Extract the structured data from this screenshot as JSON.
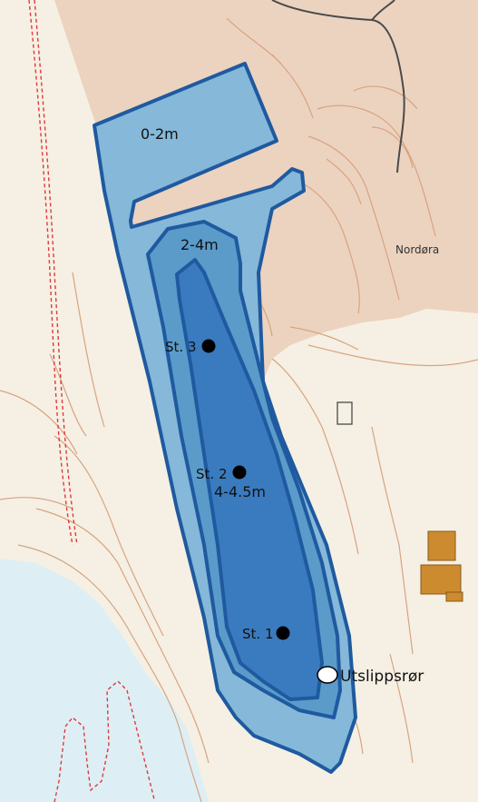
{
  "map": {
    "depth_zones": [
      "0-2m",
      "2-4m",
      "4-4.5m"
    ],
    "stations": [
      "St. 3",
      "St. 2",
      "St. 1"
    ],
    "outfall_label": "Utslippsrør",
    "place_name": "Nordøra"
  },
  "colors": {
    "land": "#f5f0e3",
    "hill": "#ecd3bf",
    "water": "#ddeff4",
    "zone_shallow": "#85b8d9",
    "zone_mid": "#5a9bca",
    "zone_deep": "#3a7bbf",
    "zone_outline": "#1f5aa0",
    "contour": "#d8a382",
    "path": "#e0393e",
    "building": "#cc8b2f"
  }
}
